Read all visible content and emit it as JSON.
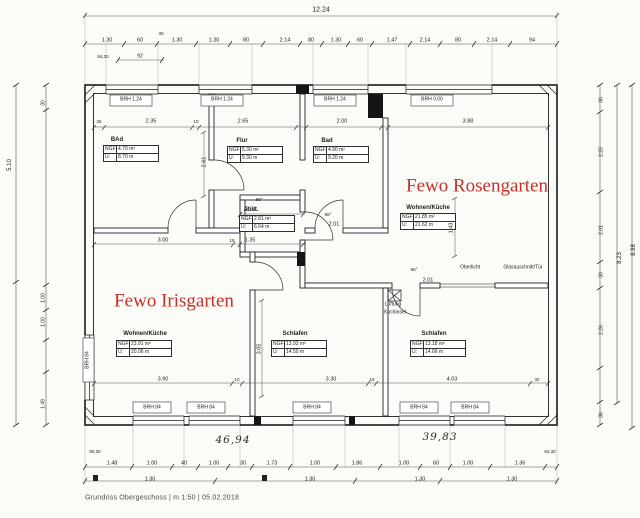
{
  "page": {
    "footer": "Grundriss Obergeschoss | m 1:50 | 05.02.2018"
  },
  "stamps": {
    "rosengarten": "Fewo Rosengarten",
    "irisgarten": "Fewo Irisgarten"
  },
  "labels": {
    "ngf": "NGF:",
    "u": "U:"
  },
  "rooms": [
    {
      "name": "BAd",
      "ngf": "4.70 m²",
      "u": "8.70 m"
    },
    {
      "name": "Flur",
      "ngf": "5.30 m²",
      "u": "9.30 m"
    },
    {
      "name": "Bad",
      "ngf": "4.90 m²",
      "u": "9.20 m"
    },
    {
      "name": "Abst.",
      "ngf": "2.81 m²",
      "u": "6.64 m"
    },
    {
      "name": "Wohnen/Küche",
      "ngf": "21.85 m²",
      "u": "21.62 m"
    },
    {
      "name": "Wohnen/Küche",
      "ngf": "23.91 m²",
      "u": "20.06 m"
    },
    {
      "name": "Schlafen",
      "ngf": "13.93 m²",
      "u": "14.50 m"
    },
    {
      "name": "Schlafen",
      "ngf": "13.18 m²",
      "u": "14.66 m"
    }
  ],
  "windows": {
    "top": [
      "BRH 1.24",
      "BRH 1.24",
      "BRH 1.24",
      "BRH 0.00"
    ],
    "bottom": [
      "BRH 84",
      "BRH 84",
      "BRH 84",
      "BRH 84",
      "BRH 84"
    ],
    "left": "BRH 84"
  },
  "dims": {
    "overall_width": "12.24",
    "height_right_outer": "8.98",
    "height_right_inner": "8.23",
    "height_left": "5.10",
    "top_chain": [
      "1.30",
      "60",
      "1.30",
      "1.30",
      "80",
      "2.14",
      "80",
      "1.30",
      "60",
      "1.47",
      "2.14",
      "80",
      "2.14",
      "94"
    ],
    "top_small": "30",
    "note_top_a": "84,30",
    "note_top_b": "92",
    "left_chain": [
      "30",
      "1.00",
      "1.00",
      "1.49"
    ],
    "right_chain": [
      "30",
      "2.26",
      "2.01",
      "30",
      "2.26",
      "36"
    ],
    "bottom_chain": [
      "1.48",
      "1.00",
      "40",
      "1.00",
      "30",
      "1.73",
      "1.00",
      "1.86",
      "1.00",
      "60",
      "1.00",
      "1.36"
    ],
    "bottom_chain2": [
      "1.30",
      "1.30",
      "1.30",
      "1.30"
    ],
    "note_bottom_left": "80,30",
    "note_bottom_right": "84,30",
    "handwritten_left": "46,94",
    "handwritten_right": "39,83",
    "interior_top": [
      "25",
      "2.35",
      "10",
      "2.65",
      "2.00",
      "3.88"
    ],
    "interior_mid": [
      "2.61",
      "2.01",
      "1.35",
      "15",
      "3.00",
      "2.01",
      "1.43",
      "2.01",
      "3.05"
    ],
    "interior_bottom": [
      "3.90",
      "10",
      "3.30",
      "15",
      "4.03",
      "30"
    ],
    "angles": [
      "88°",
      "88°",
      "88°"
    ]
  },
  "annotations": {
    "oberlicht": "Oberlicht",
    "glasauschnitt": "Glasauschnitt/Tür",
    "lueftung": "Lüftung",
    "kochinsel": "Kochinsel"
  }
}
